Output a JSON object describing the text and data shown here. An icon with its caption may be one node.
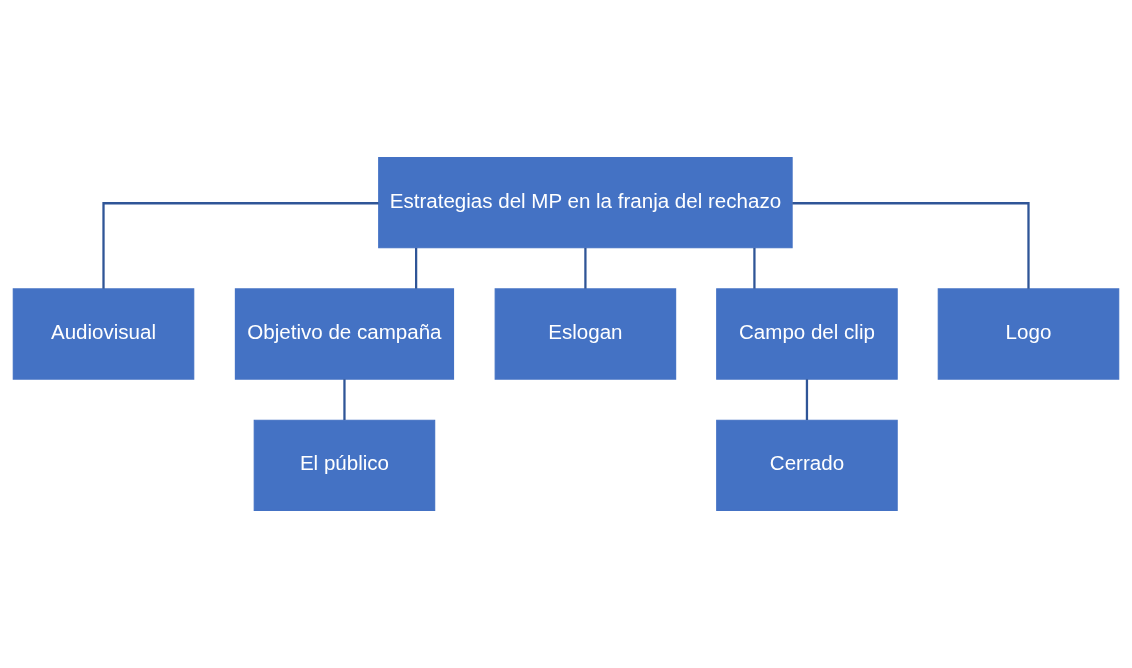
{
  "diagram": {
    "nodes": [
      {
        "text": [
          "Estrategias del MP en la franja del rechazo"
        ]
      },
      {
        "text": [
          "Audiovisual"
        ]
      },
      {
        "text": [
          "Objetivo de campaña"
        ]
      },
      {
        "text": [
          "Eslogan"
        ]
      },
      {
        "text": [
          "Campo del clip"
        ]
      },
      {
        "text": [
          "Logo"
        ]
      },
      {
        "text": [
          "El público"
        ]
      },
      {
        "text": [
          "Cerrado"
        ]
      }
    ],
    "edges": [
      {
        "from": 0,
        "to": 1,
        "arrow": "none"
      },
      {
        "from": 0,
        "to": 2,
        "arrow": "none"
      },
      {
        "from": 0,
        "to": 3,
        "arrow": "none"
      },
      {
        "from": 0,
        "to": 4,
        "arrow": "none"
      },
      {
        "from": 0,
        "to": 5,
        "arrow": "none"
      },
      {
        "from": 2,
        "to": 6,
        "arrow": "none"
      },
      {
        "from": 4,
        "to": 7,
        "arrow": "none"
      }
    ]
  }
}
